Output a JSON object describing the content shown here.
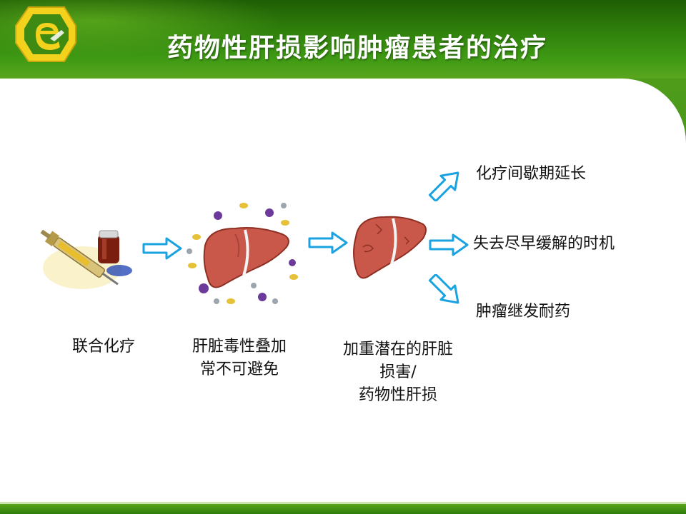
{
  "slide": {
    "title": "药物性肝损影响肿瘤患者的治疗"
  },
  "stages": [
    {
      "label_lines": [
        "联合化疗"
      ]
    },
    {
      "label_lines": [
        "肝脏毒性叠加",
        "常不可避免"
      ]
    },
    {
      "label_lines": [
        "加重潜在的肝脏",
        "损害/",
        "药物性肝损"
      ]
    }
  ],
  "outcomes": [
    "化疗间歇期延长",
    "失去尽早缓解的时机",
    "肿瘤继发耐药"
  ],
  "icons": {
    "logo": "e-logo-icon",
    "syringe": "syringe-vial-icon",
    "liver_toxins": "liver-with-toxins-icon",
    "damaged_liver": "damaged-liver-icon",
    "arrow": "hollow-arrow-icon"
  },
  "colors": {
    "header_green": "#2d7c0b",
    "arrow_blue": "#1aa3e0",
    "liver": "#c9584a",
    "logo_yellow": "#f3d21e"
  }
}
